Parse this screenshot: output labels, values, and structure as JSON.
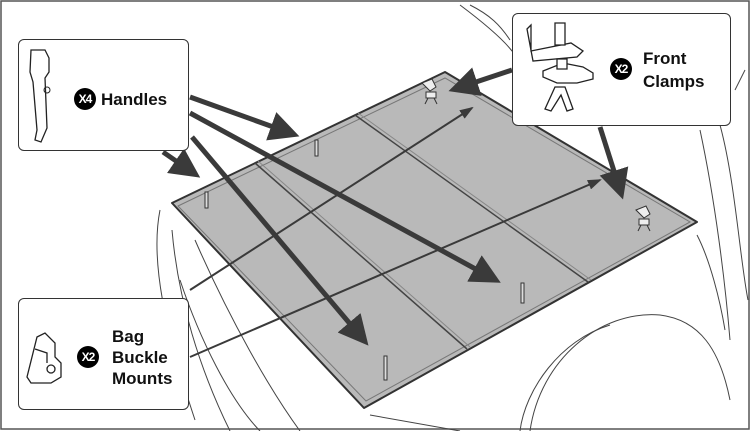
{
  "callouts": {
    "handles": {
      "qty": "X4",
      "label": "Handles"
    },
    "front_clamps": {
      "qty": "X2",
      "label_line1": "Front",
      "label_line2": "Clamps"
    },
    "bag_buckle_mounts": {
      "qty": "X2",
      "label_line1": "Bag",
      "label_line2": "Buckle",
      "label_line3": "Mounts"
    }
  },
  "colors": {
    "cover": "#b9b9b9",
    "arrow": "#3a3a3a",
    "outline": "#333333"
  }
}
